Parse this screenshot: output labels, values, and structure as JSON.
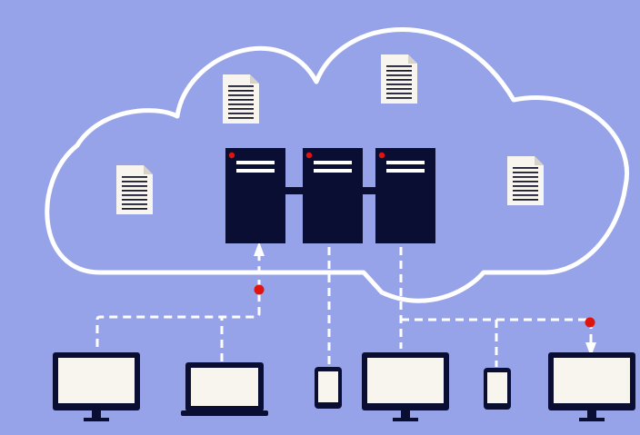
{
  "colors": {
    "background": "#97A3E8",
    "cloud_outline": "#FFFFFF",
    "server_body": "#0B0E33",
    "server_stripe": "#FFFFFF",
    "server_indicator": "#E0140E",
    "connector": "#FFFFFF",
    "junction_dot": "#E0140E",
    "device_frame": "#0B0E33",
    "device_screen": "#F8F5EE",
    "document_paper": "#F8F5EE",
    "document_lines": "#1A1A2E"
  },
  "diagram": {
    "cloud": {
      "icon": "cloud-outline-icon"
    },
    "documents": [
      {
        "icon": "document-icon"
      },
      {
        "icon": "document-icon"
      },
      {
        "icon": "document-icon"
      },
      {
        "icon": "document-icon"
      }
    ],
    "servers": [
      {
        "icon": "server-rack-icon"
      },
      {
        "icon": "server-rack-icon"
      },
      {
        "icon": "server-rack-icon"
      }
    ],
    "devices": [
      {
        "kind": "desktop-monitor",
        "icon": "monitor-icon"
      },
      {
        "kind": "laptop",
        "icon": "laptop-icon"
      },
      {
        "kind": "smartphone",
        "icon": "smartphone-icon"
      },
      {
        "kind": "desktop-monitor",
        "icon": "monitor-icon"
      },
      {
        "kind": "smartphone",
        "icon": "smartphone-icon"
      },
      {
        "kind": "desktop-monitor",
        "icon": "monitor-icon"
      }
    ],
    "connections": [
      {
        "from": "desktop-monitor-1",
        "to": "server-1",
        "style": "dashed",
        "arrow": "up"
      },
      {
        "from": "laptop",
        "to": "server-1",
        "style": "dashed"
      },
      {
        "from": "server-2",
        "to": "smartphone-1",
        "style": "dashed"
      },
      {
        "from": "server-3",
        "to": "desktop-monitor-2",
        "style": "dashed"
      },
      {
        "from": "server-3",
        "to": "smartphone-2",
        "style": "dashed"
      },
      {
        "from": "server-3",
        "to": "desktop-monitor-3",
        "style": "dashed",
        "arrow": "down"
      }
    ]
  }
}
